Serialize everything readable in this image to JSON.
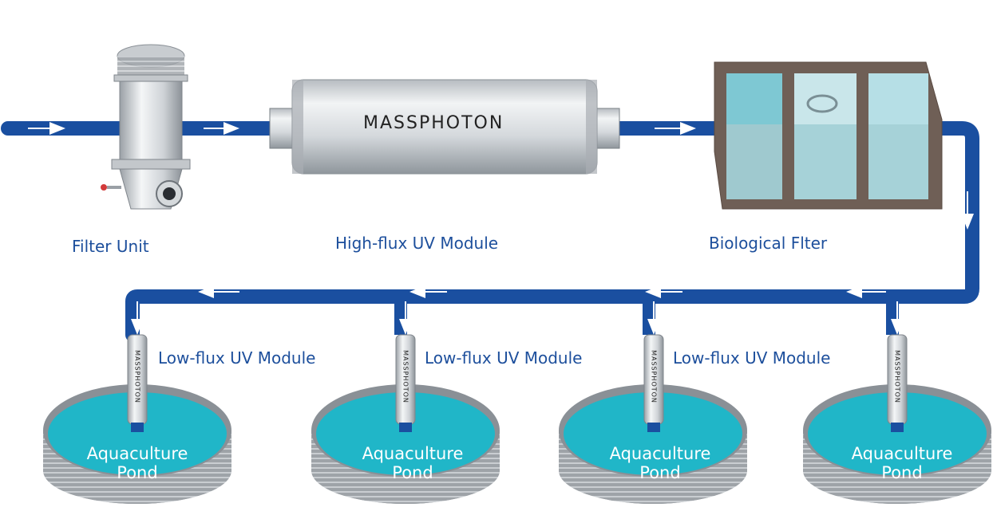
{
  "labels": {
    "filter_unit": "Filter Unit",
    "high_flux_uv": "High-flux UV Module",
    "bio_filter": "Biological Flter",
    "low_flux_uv": "Low-flux UV Module",
    "pond_line1": "Aquaculture",
    "pond_line2": "Pond"
  },
  "brand": "MASSPHOTON",
  "colors": {
    "pipe": "#1a4fa0",
    "label_text": "#1d4f9c",
    "pond_water": "#20b6c8",
    "pond_rim": "#9aa0a6",
    "steel": "#d9dde0"
  },
  "ponds": [
    {
      "uv_label": "Low-flux UV Module"
    },
    {
      "uv_label": "Low-flux UV Module"
    },
    {
      "uv_label": "Low-flux UV Module"
    },
    {
      "uv_label": null
    }
  ]
}
